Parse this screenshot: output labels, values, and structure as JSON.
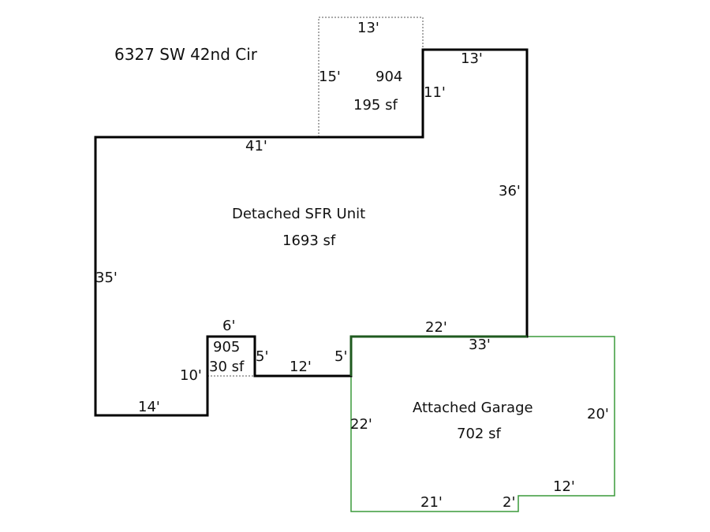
{
  "address": "6327 SW 42nd Cir",
  "colors": {
    "main_outline": "#000000",
    "garage_outline": "#3a9a3a",
    "garage_shared_wall": "#1f5a1f",
    "dotted": "#555555"
  },
  "areas": {
    "main": {
      "name": "Detached SFR Unit",
      "area": "1693 sf"
    },
    "garage": {
      "name": "Attached Garage",
      "area": "702 sf"
    },
    "addition_904": {
      "code": "904",
      "area": "195 sf"
    },
    "addition_905": {
      "code": "905",
      "area": "30 sf"
    }
  },
  "dimensions": {
    "a904_top": "13'",
    "a904_left": "15'",
    "top_right": "13'",
    "right_step": "11'",
    "top_left": "41'",
    "right": "36'",
    "left": "35'",
    "bottom_left": "14'",
    "step_up": "10'",
    "a905_top": "6'",
    "a905_right": "5'",
    "middle_bottom": "12'",
    "garage_step": "5'",
    "inner_top": "22'",
    "garage_top": "33'",
    "garage_right": "20'",
    "garage_left": "22'",
    "garage_bottom": "21'",
    "garage_notch": "2'",
    "garage_bottom_right": "12'"
  }
}
